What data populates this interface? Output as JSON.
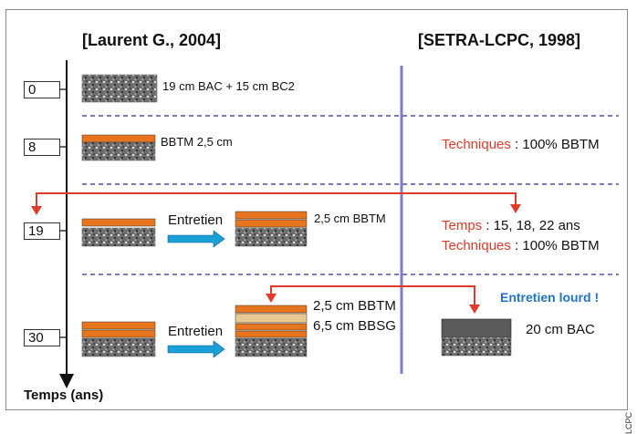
{
  "headers": {
    "left": "[Laurent G., 2004]",
    "right": "[SETRA-LCPC, 1998]"
  },
  "axis": {
    "title": "Temps (ans)",
    "ticks": [
      "0",
      "8",
      "19",
      "30"
    ]
  },
  "left_column": {
    "row0_label": "19 cm BAC + 15 cm BC2",
    "row8_label": "BBTM 2,5 cm",
    "row19_action": "Entretien",
    "row19_label": "2,5 cm BBTM",
    "row30_action": "Entretien",
    "row30_label_top": "2,5 cm BBTM",
    "row30_label_bottom": "6,5 cm BBSG"
  },
  "right_column": {
    "row8_key": "Techniques",
    "row8_value": " : 100% BBTM",
    "row19_key1": "Temps",
    "row19_value1": " : 15, 18, 22 ans",
    "row19_key2": "Techniques",
    "row19_value2": " : 100% BBTM",
    "row30_heading": "Entretien lourd !",
    "row30_label": "20 cm BAC"
  },
  "watermark": "LCPC",
  "colors": {
    "red": "#e03a2a",
    "orange": "#e8741e",
    "blue_line": "#7f7fc8",
    "dash": "#5050a0",
    "cyan_arrow": "#1aa0d8",
    "bbsg": "#e8c890",
    "bac_dark": "#5a5a5a"
  }
}
